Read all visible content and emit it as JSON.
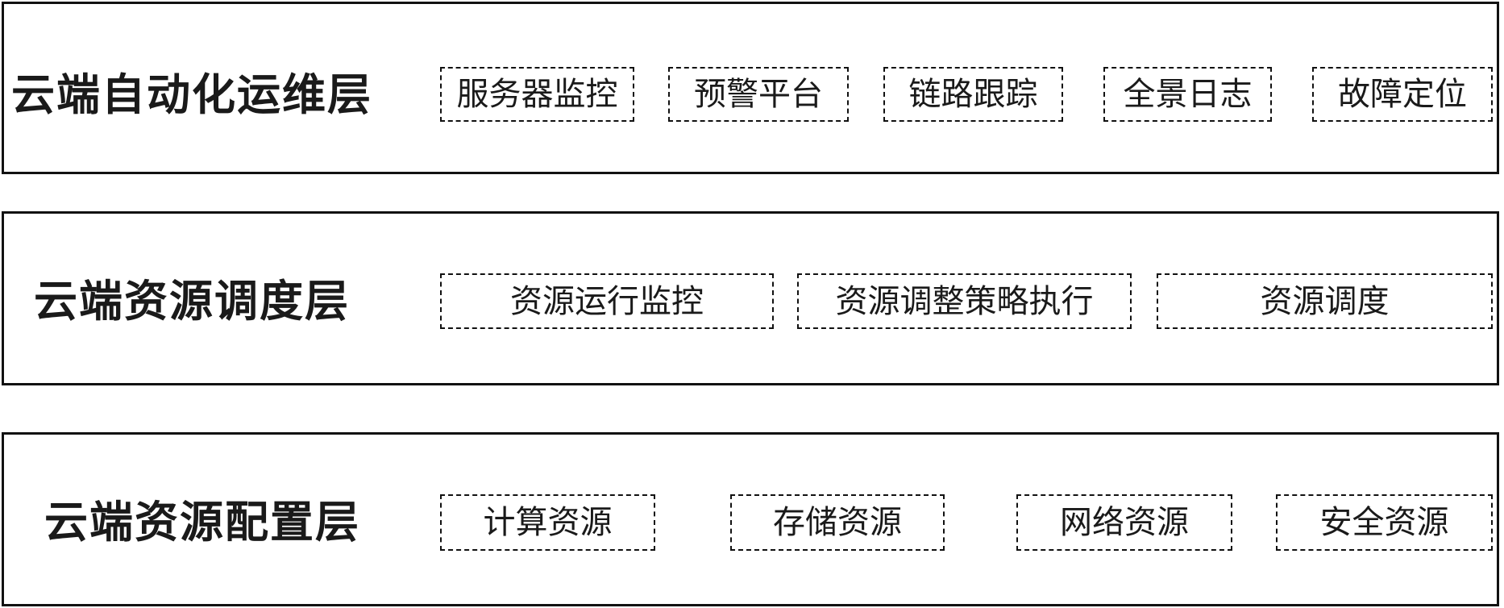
{
  "layers": [
    {
      "title": "云端自动化运维层",
      "items": [
        "服务器监控",
        "预警平台",
        "链路跟踪",
        "全景日志",
        "故障定位"
      ]
    },
    {
      "title": "云端资源调度层",
      "items": [
        "资源运行监控",
        "资源调整策略执行",
        "资源调度"
      ]
    },
    {
      "title": "云端资源配置层",
      "items": [
        "计算资源",
        "存储资源",
        "网络资源",
        "安全资源"
      ]
    }
  ]
}
